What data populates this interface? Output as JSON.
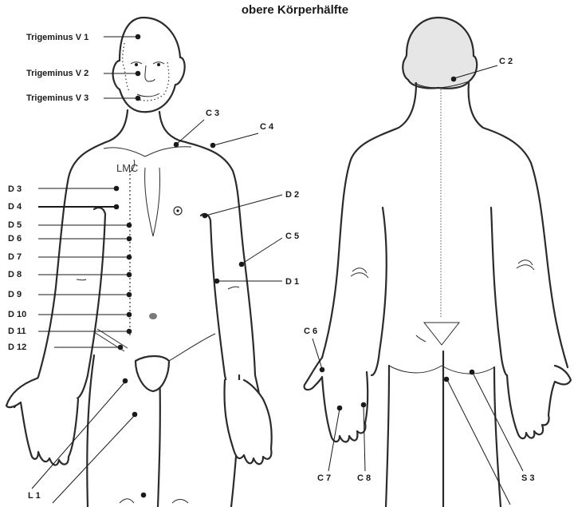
{
  "title": "obere Körperhälfte",
  "midline_label": "LMC",
  "front_labels": {
    "trig_v1": "Trigeminus V 1",
    "trig_v2": "Trigeminus V 2",
    "trig_v3": "Trigeminus V 3",
    "c3": "C 3",
    "c4": "C 4",
    "c5": "C 5",
    "d1": "D 1",
    "d2": "D 2",
    "d3": "D 3",
    "d4": "D 4",
    "d5": "D 5",
    "d6": "D 6",
    "d7": "D 7",
    "d8": "D 8",
    "d9": "D 9",
    "d10": "D 10",
    "d11": "D 11",
    "d12": "D 12",
    "l1": "L 1"
  },
  "back_labels": {
    "c2": "C 2",
    "c6": "C 6",
    "c7": "C 7",
    "c8": "C 8",
    "s3": "S 3"
  },
  "colors": {
    "outline": "#2b2b2b",
    "head_back_fill": "#e6e6e6",
    "navel_fill": "#7a7a7a"
  }
}
